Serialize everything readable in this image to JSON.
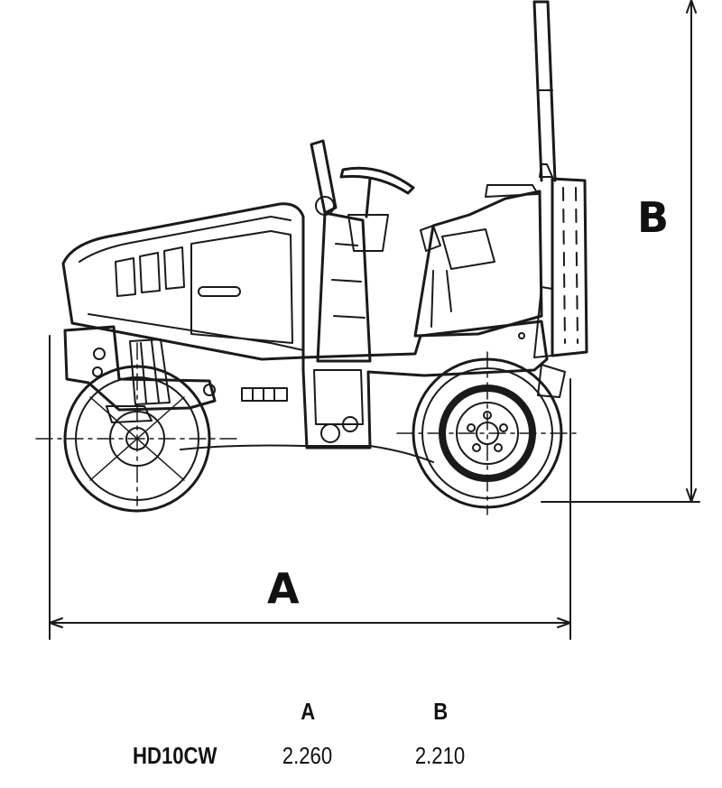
{
  "dimensions": {
    "a_label": "A",
    "b_label": "B"
  },
  "spec_table": {
    "headers": [
      "A",
      "B"
    ],
    "rows": [
      {
        "model": "HD10CW",
        "a": "2.260",
        "b": "2.210"
      }
    ]
  },
  "colors": {
    "line": "#1a1a1a",
    "background": "#ffffff"
  }
}
